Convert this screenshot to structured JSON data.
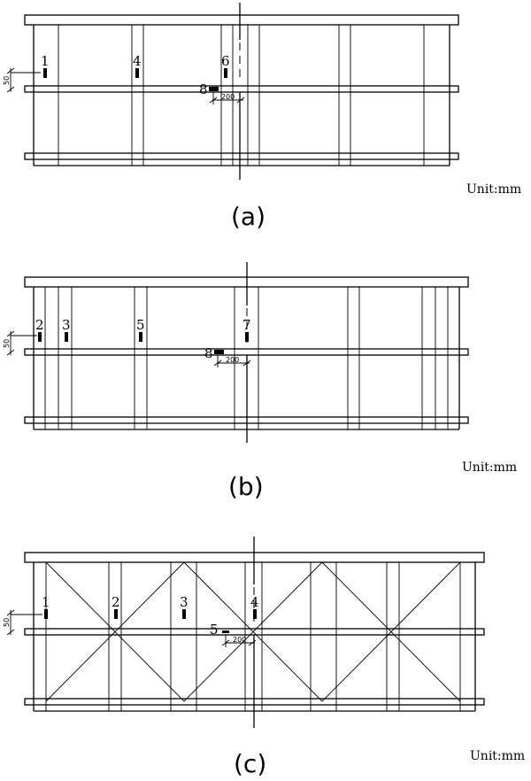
{
  "panel_a": {
    "caption": "(a)",
    "unit": "Unit:mm",
    "gauges": [
      "1",
      "4",
      "6",
      "8"
    ],
    "dim_spacing": "200",
    "dim_offset": "50"
  },
  "panel_b": {
    "caption": "(b)",
    "unit": "Unit:mm",
    "gauges": [
      "2",
      "3",
      "5",
      "7",
      "8"
    ],
    "dim_spacing": "200",
    "dim_offset": "50"
  },
  "panel_c": {
    "caption": "(c)",
    "unit": "Unit:mm",
    "gauges": [
      "1",
      "2",
      "3",
      "4",
      "5"
    ],
    "dim_spacing": "200",
    "dim_offset": "50"
  }
}
